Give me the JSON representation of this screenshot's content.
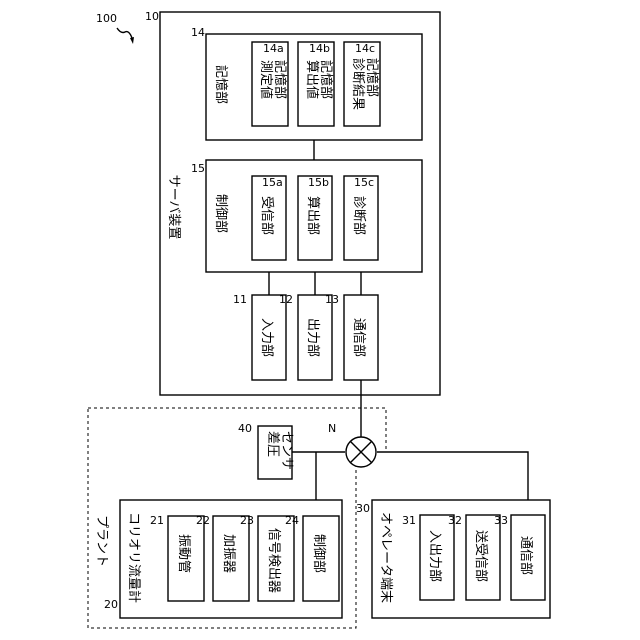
{
  "figure_ref": "100",
  "server": {
    "ref": "10",
    "label": "サーバ装置",
    "storage": {
      "ref": "14",
      "label": "記憶部",
      "items": [
        {
          "ref": "14a",
          "lines": [
            "測定値",
            "記憶部"
          ]
        },
        {
          "ref": "14b",
          "lines": [
            "算出値",
            "記憶部"
          ]
        },
        {
          "ref": "14c",
          "lines": [
            "診断結果",
            "記憶部"
          ]
        }
      ]
    },
    "control": {
      "ref": "15",
      "label": "制御部",
      "items": [
        {
          "ref": "15a",
          "label": "受信部"
        },
        {
          "ref": "15b",
          "label": "算出部"
        },
        {
          "ref": "15c",
          "label": "診断部"
        }
      ]
    },
    "io": [
      {
        "ref": "11",
        "label": "入力部"
      },
      {
        "ref": "12",
        "label": "出力部"
      },
      {
        "ref": "13",
        "label": "通信部"
      }
    ]
  },
  "network": {
    "ref": "N"
  },
  "plant": {
    "label": "プラント",
    "sensor": {
      "ref": "40",
      "lines": [
        "差圧",
        "センサ"
      ]
    },
    "coriolis": {
      "ref": "20",
      "label": "コリオリ流量計",
      "items": [
        {
          "ref": "21",
          "label": "振動管"
        },
        {
          "ref": "22",
          "label": "加振器"
        },
        {
          "ref": "23",
          "label": "信号検出器"
        },
        {
          "ref": "24",
          "label": "制御部"
        }
      ]
    }
  },
  "operator": {
    "ref": "30",
    "label": "オペレータ端末",
    "items": [
      {
        "ref": "31",
        "label": "入出力部"
      },
      {
        "ref": "32",
        "label": "送受信部"
      },
      {
        "ref": "33",
        "label": "通信部"
      }
    ]
  }
}
